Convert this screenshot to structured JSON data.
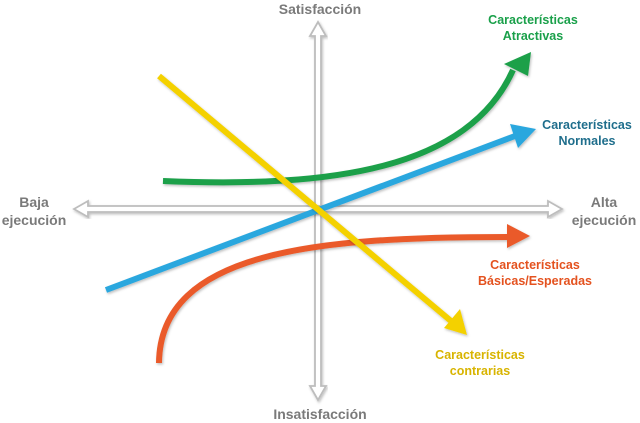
{
  "axes": {
    "top": "Satisfacción",
    "bottom": "Insatisfacción",
    "left_line1": "Baja",
    "left_line2": "ejecución",
    "right_line1": "Alta",
    "right_line2": "ejecución",
    "color": "#bdbdbd"
  },
  "curves": {
    "attractive": {
      "line1": "Características",
      "line2": "Atractivas",
      "color": "#1aa04a"
    },
    "normal": {
      "line1": "Características",
      "line2": "Normales",
      "color": "#2aa7de",
      "label_color": "#1f6e8c"
    },
    "basic": {
      "line1": "Características",
      "line2": "Básicas/Esperadas",
      "color": "#ea5a2a",
      "label_color": "#e4521f"
    },
    "contrary": {
      "line1": "Características",
      "line2": "contrarias",
      "color": "#f4d100",
      "label_color": "#d8b400"
    }
  }
}
